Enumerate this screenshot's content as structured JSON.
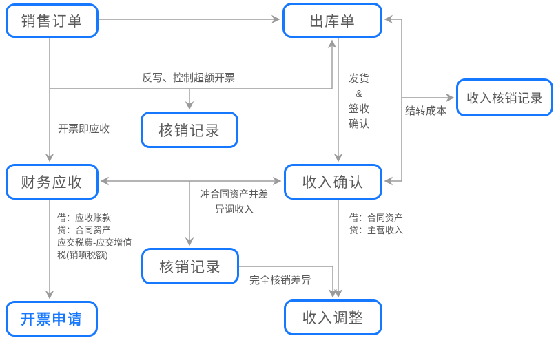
{
  "colors": {
    "node_border": "#1677ff",
    "node_text": "#595959",
    "highlight_text": "#1677ff",
    "line": "#9b9b9b",
    "background": "#ffffff"
  },
  "nodes": [
    {
      "id": "sales-order",
      "label": "销售订单"
    },
    {
      "id": "outbound-order",
      "label": "出库单"
    },
    {
      "id": "writeoff-record-top",
      "label": "核销记录"
    },
    {
      "id": "revenue-writeoff-record",
      "label": "收入核销记录"
    },
    {
      "id": "finance-receivable",
      "label": "财务应收"
    },
    {
      "id": "revenue-confirmation",
      "label": "收入确认"
    },
    {
      "id": "writeoff-record-bottom",
      "label": "核销记录"
    },
    {
      "id": "invoice-application",
      "label": "开票申请"
    },
    {
      "id": "revenue-adjustment",
      "label": "收入调整"
    }
  ],
  "edge_labels": {
    "writeback_control": "反写、控制超额开票",
    "invoice_to_receivable": "开票即应收",
    "ship_lines": [
      "发货",
      "&",
      "签收",
      "确认"
    ],
    "carryover_cost": "结转成本",
    "offset_lines": [
      "冲合同资产并差",
      "异调收入"
    ],
    "full_writeoff": "完全核销差异",
    "ledger_receivable": [
      "借：应收账款",
      "贷：合同资产",
      "应交税费-应交增值",
      "税(销项税额)"
    ],
    "ledger_revenue": [
      "借：合同资产",
      "贷：主营收入"
    ]
  }
}
